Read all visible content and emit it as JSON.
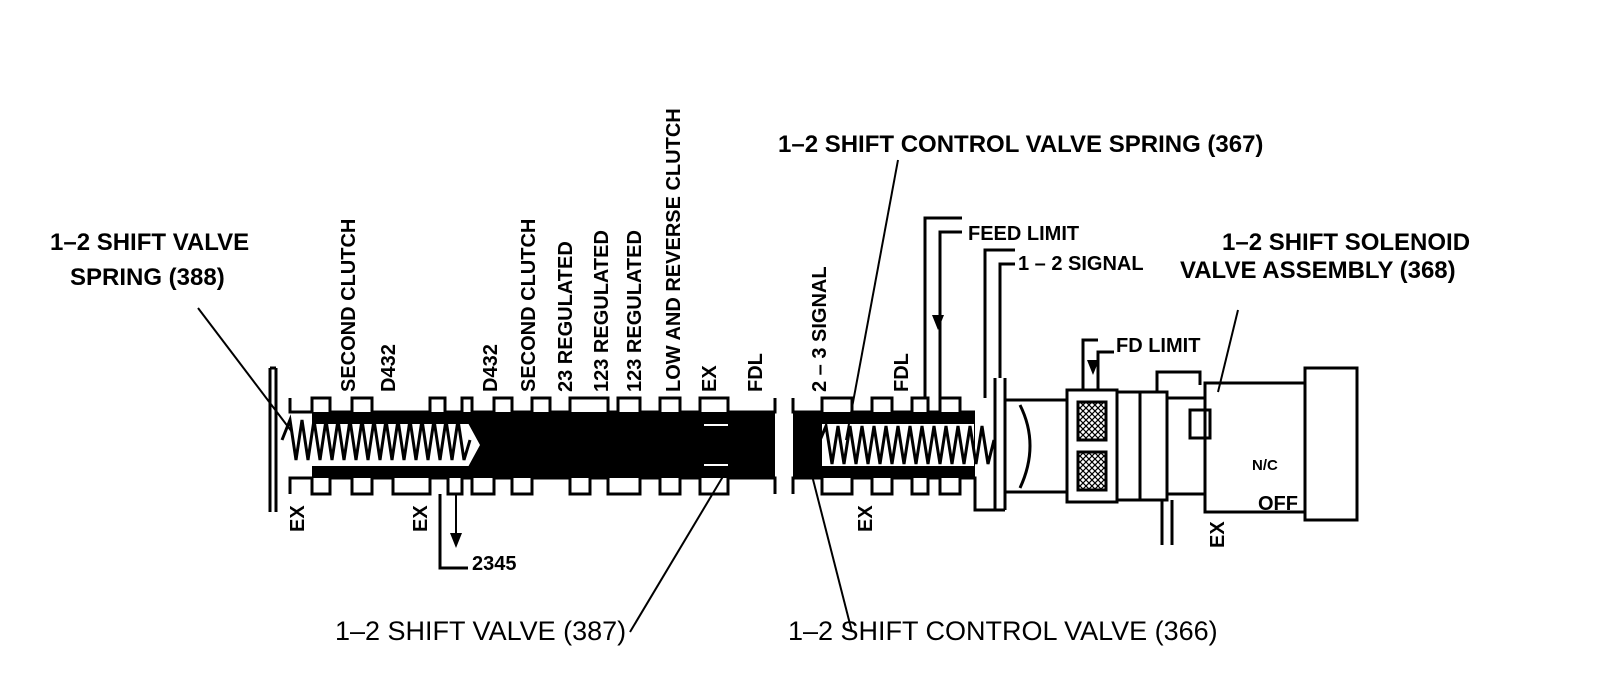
{
  "labels": {
    "shift_valve_spring": [
      "1–2 SHIFT VALVE",
      "SPRING (388)"
    ],
    "control_valve_spring": "1–2 SHIFT CONTROL VALVE SPRING (367)",
    "solenoid_assembly": [
      "1–2 SHIFT SOLENOID",
      "VALVE ASSEMBLY (368)"
    ],
    "shift_valve": "1–2 SHIFT VALVE  (387)",
    "control_valve": "1–2 SHIFT CONTROL VALVE (366)"
  },
  "ports_top_left": [
    "SECOND CLUTCH",
    "D432",
    "D432",
    "SECOND CLUTCH",
    "23 REGULATED",
    "123 REGULATED",
    "123 REGULATED",
    "LOW AND REVERSE CLUTCH",
    "EX",
    "FDL"
  ],
  "ports_top_right": [
    "2 – 3 SIGNAL",
    "FDL"
  ],
  "ports_bottom": [
    "EX",
    "EX",
    "EX",
    "EX"
  ],
  "port_2345": "2345",
  "feed_limit": "FEED LIMIT",
  "signal_12": "1 – 2 SIGNAL",
  "fd_limit": "FD LIMIT",
  "solenoid_nc": "N/C",
  "solenoid_off": "OFF"
}
